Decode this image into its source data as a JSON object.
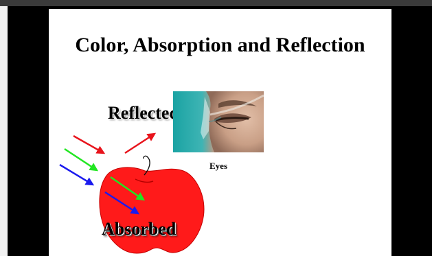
{
  "slide": {
    "title": "Color, Absorption and Reflection",
    "label_reflected": "Reflected",
    "label_absorbed": "Absorbed",
    "eyes_caption": "Eyes"
  },
  "colors": {
    "apple": "#ff1a1a",
    "arrow_red": "#e8141c",
    "arrow_green": "#22e622",
    "arrow_blue": "#1a1aee",
    "background": "#000000",
    "slide": "#ffffff"
  },
  "icons": {
    "incoming_arrows": [
      "red-arrow-icon",
      "green-arrow-icon",
      "blue-arrow-icon"
    ],
    "reflected_arrow": "red-arrow-icon",
    "absorbed_arrows": [
      "green-arrow-icon",
      "blue-arrow-icon"
    ]
  }
}
